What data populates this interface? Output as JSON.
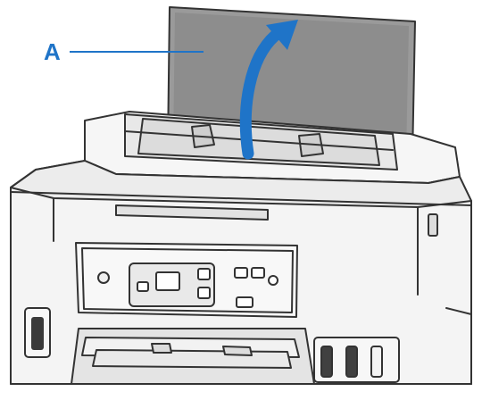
{
  "callout": {
    "label": "A",
    "color": "#1f74c8"
  },
  "arrow": {
    "color": "#1f74c8",
    "direction": "up"
  },
  "parts": {
    "paper_support": "paper-support",
    "ink_tanks": [
      "black",
      "black",
      "black",
      "clear"
    ]
  }
}
